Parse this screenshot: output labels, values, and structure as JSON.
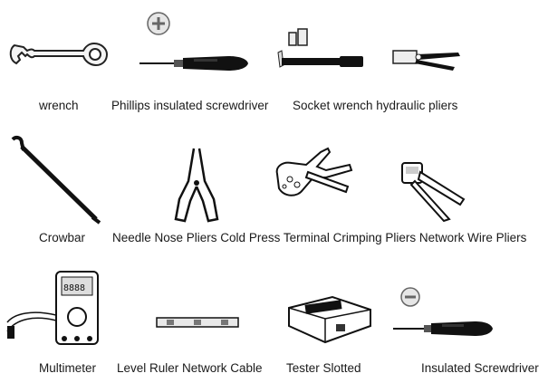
{
  "row1": {
    "wrench": "wrench",
    "phillips": "Phillips insulated screwdriver",
    "socket_hydraulic": "Socket wrench hydraulic pliers"
  },
  "row2": {
    "crowbar": "Crowbar",
    "needle_crimping_network": "Needle Nose Pliers Cold Press Terminal Crimping Pliers Network Wire Pliers"
  },
  "row3": {
    "multimeter": "Multimeter",
    "level_cable": "Level Ruler Network Cable",
    "tester": "Tester Slotted",
    "insulated": "Insulated Screwdriver"
  }
}
